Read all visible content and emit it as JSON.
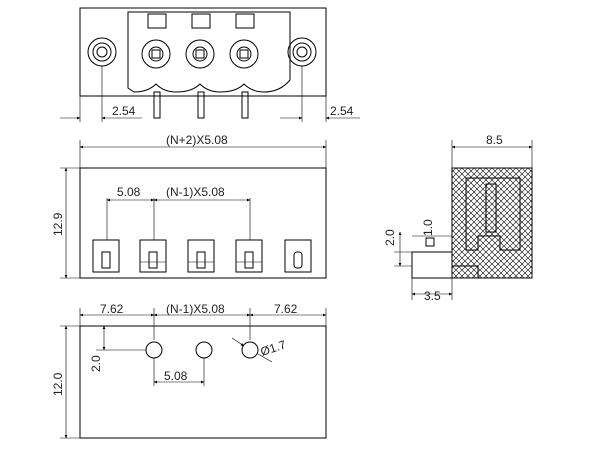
{
  "dimensions": {
    "top_left_pitch": "2.54",
    "top_right_pitch": "2.54",
    "overall_length": "(N+2)X5.08",
    "pin_pitch_label": "5.08",
    "pin_span_label": "(N-1)X5.08",
    "front_height": "12.9",
    "side_width": "8.5",
    "side_offset_2": "2.0",
    "side_offset_1": "1.0",
    "side_base": "3.5",
    "bottom_left_offset": "7.62",
    "bottom_span": "(N-1)X5.08",
    "bottom_right_offset": "7.62",
    "bottom_hole_offset": "2.0",
    "bottom_hole_pitch": "5.08",
    "bottom_hole_diameter": "Ø1.7",
    "bottom_height": "12.0"
  }
}
